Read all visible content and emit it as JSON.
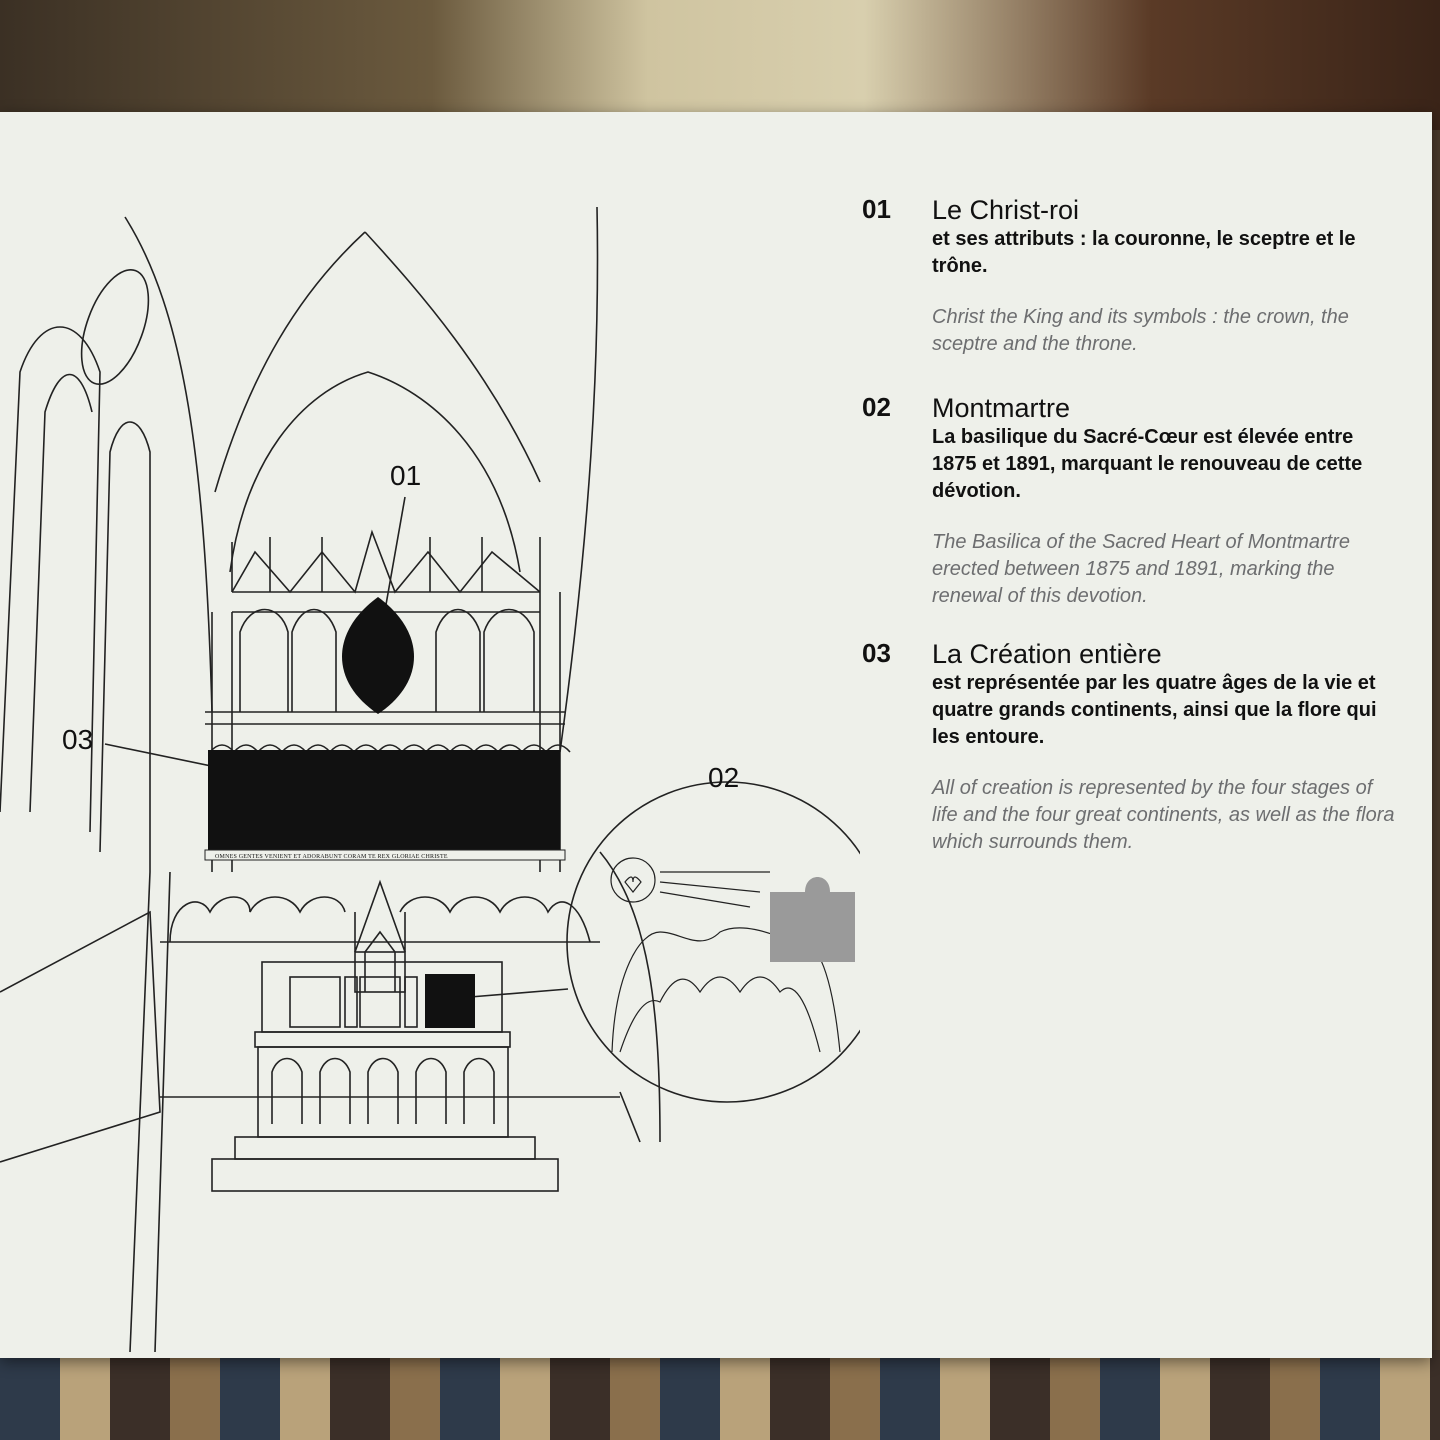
{
  "callouts": [
    "01",
    "02",
    "03"
  ],
  "inscription": "OMNES GENTES VENIENT ET ADORABUNT CORAM TE REX GLORIAE CHRISTE",
  "entries": [
    {
      "num": "01",
      "title": "Le Christ-roi",
      "fr": "et ses attributs : la couronne, le sceptre et le trône.",
      "en": "Christ the King and its symbols : the crown, the sceptre and the throne."
    },
    {
      "num": "02",
      "title": "Montmartre",
      "fr": "La basilique du Sacré-Cœur est élevée entre 1875 et 1891, marquant le renouveau de cette dévotion.",
      "en": "The Basilica of the Sacred Heart of Montmartre erected between 1875 and 1891, marking the renewal of this devotion."
    },
    {
      "num": "03",
      "title": "La Création entière",
      "fr": "est représentée par les quatre âges de la vie et quatre grands continents, ainsi que la flore qui les entoure.",
      "en": "All of creation is represented by the four stages of life and the four great continents, as well as the flora which surrounds them."
    }
  ],
  "colors": {
    "panel": "#eef0ea",
    "ink": "#111111",
    "english": "#6d6e70"
  }
}
